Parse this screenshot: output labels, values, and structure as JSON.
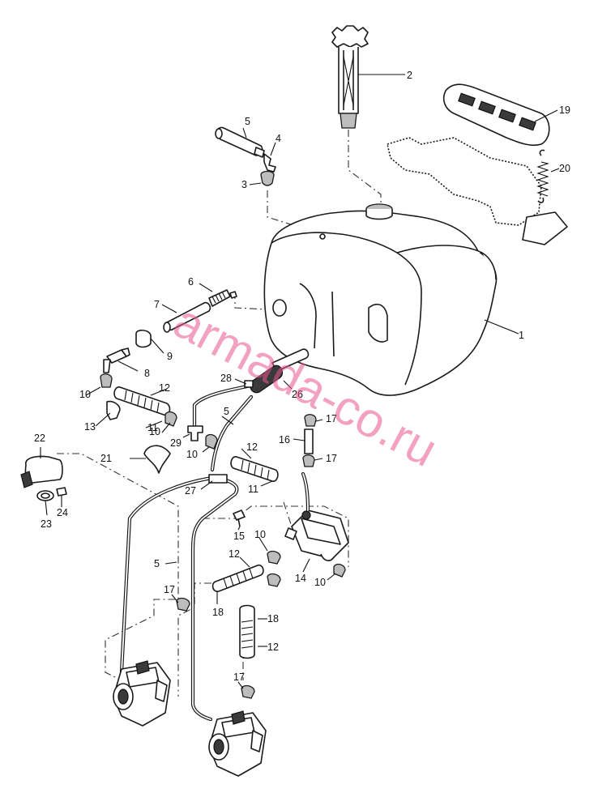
{
  "labels": [
    {
      "id": "l1",
      "text": "1"
    },
    {
      "id": "l2",
      "text": "2"
    },
    {
      "id": "l3",
      "text": "3"
    },
    {
      "id": "l4",
      "text": "4"
    },
    {
      "id": "l5a",
      "text": "5"
    },
    {
      "id": "l5b",
      "text": "5"
    },
    {
      "id": "l5c",
      "text": "5"
    },
    {
      "id": "l6",
      "text": "6"
    },
    {
      "id": "l7",
      "text": "7"
    },
    {
      "id": "l8",
      "text": "8"
    },
    {
      "id": "l9",
      "text": "9"
    },
    {
      "id": "l10a",
      "text": "10"
    },
    {
      "id": "l10b",
      "text": "10"
    },
    {
      "id": "l10c",
      "text": "10"
    },
    {
      "id": "l10d",
      "text": "10"
    },
    {
      "id": "l10e",
      "text": "10"
    },
    {
      "id": "l11a",
      "text": "11"
    },
    {
      "id": "l11b",
      "text": "11"
    },
    {
      "id": "l12a",
      "text": "12"
    },
    {
      "id": "l12b",
      "text": "12"
    },
    {
      "id": "l12c",
      "text": "12"
    },
    {
      "id": "l12d",
      "text": "12"
    },
    {
      "id": "l13",
      "text": "13"
    },
    {
      "id": "l14",
      "text": "14"
    },
    {
      "id": "l15",
      "text": "15"
    },
    {
      "id": "l16",
      "text": "16"
    },
    {
      "id": "l17a",
      "text": "17"
    },
    {
      "id": "l17b",
      "text": "17"
    },
    {
      "id": "l17c",
      "text": "17"
    },
    {
      "id": "l17d",
      "text": "17"
    },
    {
      "id": "l18a",
      "text": "18"
    },
    {
      "id": "l18b",
      "text": "18"
    },
    {
      "id": "l19",
      "text": "19"
    },
    {
      "id": "l20",
      "text": "20"
    },
    {
      "id": "l21",
      "text": "21"
    },
    {
      "id": "l22",
      "text": "22"
    },
    {
      "id": "l23",
      "text": "23"
    },
    {
      "id": "l24",
      "text": "24"
    },
    {
      "id": "l26",
      "text": "26"
    },
    {
      "id": "l27",
      "text": "27"
    },
    {
      "id": "l28",
      "text": "28"
    },
    {
      "id": "l29",
      "text": "29"
    }
  ],
  "watermark": "armada-co.ru"
}
